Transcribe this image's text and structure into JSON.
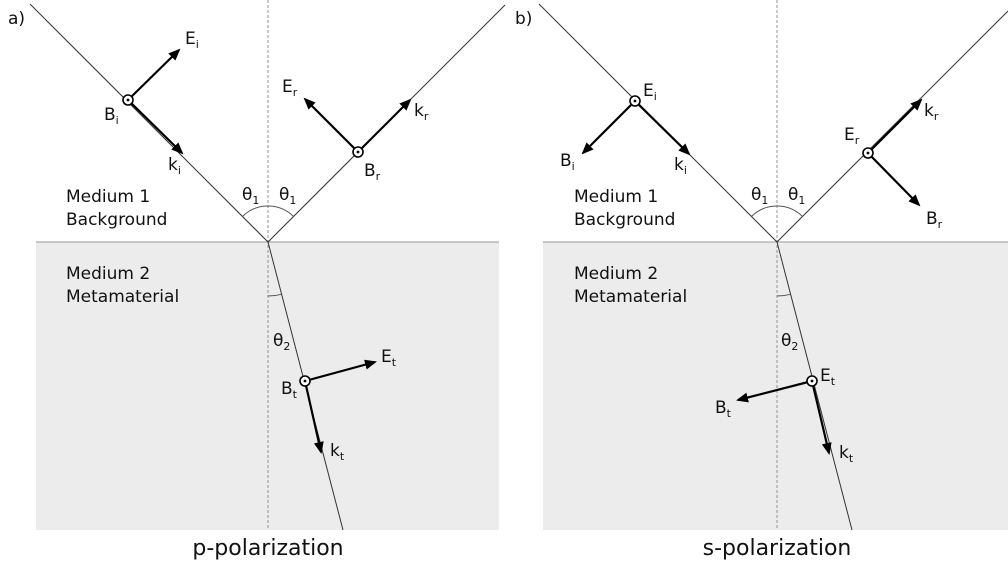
{
  "panels": [
    {
      "id": "a",
      "panel_label": "a)",
      "caption": "p-polarization",
      "medium1": [
        "Medium 1",
        "Background"
      ],
      "medium2": [
        "Medium 2",
        "Metamaterial"
      ],
      "angles": {
        "incident": [
          "θ",
          "1"
        ],
        "reflected": [
          "θ",
          "1"
        ],
        "transmitted": [
          "θ",
          "2"
        ]
      },
      "vectors": {
        "incident": {
          "wave": [
            "k",
            "i"
          ],
          "perp": [
            "E",
            "i"
          ],
          "out_of_plane": [
            "B",
            "i"
          ]
        },
        "reflected": {
          "wave": [
            "k",
            "r"
          ],
          "perp": [
            "E",
            "r"
          ],
          "out_of_plane": [
            "B",
            "r"
          ]
        },
        "transmitted": {
          "wave": [
            "k",
            "t"
          ],
          "perp": [
            "E",
            "t"
          ],
          "out_of_plane": [
            "B",
            "t"
          ]
        }
      }
    },
    {
      "id": "b",
      "panel_label": "b)",
      "caption": "s-polarization",
      "medium1": [
        "Medium 1",
        "Background"
      ],
      "medium2": [
        "Medium 2",
        "Metamaterial"
      ],
      "angles": {
        "incident": [
          "θ",
          "1"
        ],
        "reflected": [
          "θ",
          "1"
        ],
        "transmitted": [
          "θ",
          "2"
        ]
      },
      "vectors": {
        "incident": {
          "wave": [
            "k",
            "i"
          ],
          "perp": [
            "B",
            "i"
          ],
          "out_of_plane": [
            "E",
            "i"
          ]
        },
        "reflected": {
          "wave": [
            "k",
            "r"
          ],
          "perp": [
            "B",
            "r"
          ],
          "out_of_plane": [
            "E",
            "r"
          ]
        },
        "transmitted": {
          "wave": [
            "k",
            "t"
          ],
          "perp": [
            "B",
            "t"
          ],
          "out_of_plane": [
            "E",
            "t"
          ]
        }
      }
    }
  ],
  "colors": {
    "medium2_fill": "#ececec",
    "vector": "#000000",
    "ray": "#333333"
  }
}
